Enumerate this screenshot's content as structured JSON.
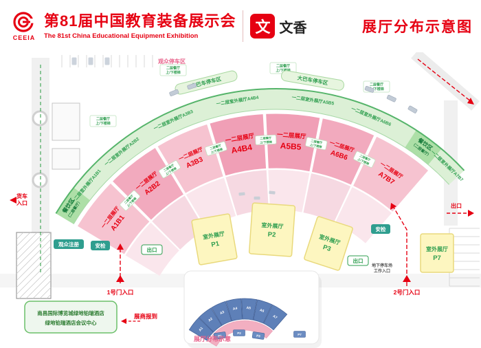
{
  "header": {
    "logo_text": "CEEIA",
    "title_cn": "第81届中国教育装备展示会",
    "title_en": "The 81st China Educational Equipment Exhibition",
    "wenxiang_glyph": "文",
    "wenxiang_name": "文香",
    "page_title": "展厅分布示意图"
  },
  "map": {
    "palette": {
      "red": "#e60012",
      "pink_light": "#f6c3d0",
      "pink_mid": "#f2aabe",
      "pink_deep": "#f09fb6",
      "pale_1": "#fae6ec",
      "pale_2": "#f6d9e2",
      "strip_green": "#dcf0d6",
      "dining_green": "#addfa7",
      "green_dark": "#157a3a",
      "green_mid": "#2e9e4f",
      "green_border": "#55b46a",
      "yellow_fill": "#fdf6c0",
      "yellow_border": "#e9d97c",
      "teal": "#2f9e8f",
      "inset_blue": "#5e80b8",
      "inset_blue_dark": "#46649a",
      "inset_pink": "#f2afc1",
      "title_pink": "#e8648c",
      "grey_road": "#f0f0f0"
    },
    "hall_codes": [
      "A1B1",
      "A2B2",
      "A3B3",
      "A4B4",
      "A5B5",
      "A6B6",
      "A7B7"
    ],
    "indoor_hall_prefix": "一二层展厅",
    "outdoor_hall_prefix": "一二层室外展厅",
    "dining_lines": [
      "餐饮区",
      "（二层餐厅）"
    ],
    "stairs_lines": [
      "二层餐厅",
      "上/下楼梯"
    ],
    "bus_parking_label": "大巴车停车区",
    "visitor_parking_label": "观众停车区",
    "registration_label": "观众注册",
    "security_label": "安检",
    "exit_label": "出口",
    "gate1_label": "1号门入口",
    "gate2_label": "2号门入口",
    "truck_gate_lines": [
      "货车",
      "入口"
    ],
    "underground_lines": [
      "地下停车场",
      "工作入口"
    ],
    "outdoor_pavilion_name": "室外展厅",
    "outdoor_pavilion_codes": [
      "P1",
      "P2",
      "P3",
      "P7"
    ],
    "hotel_lines": [
      "南昌国际博览城绿地铂瑞酒店",
      "绿地铂瑞酒店会议中心"
    ],
    "checkin_label": "展商报到",
    "inset": {
      "title": "展厅分布示意",
      "hall_codes": [
        "A1",
        "A2",
        "A3",
        "A4",
        "A5",
        "A6",
        "A7"
      ],
      "p_codes": [
        "P1",
        "P2",
        "P3",
        "P7"
      ]
    }
  }
}
